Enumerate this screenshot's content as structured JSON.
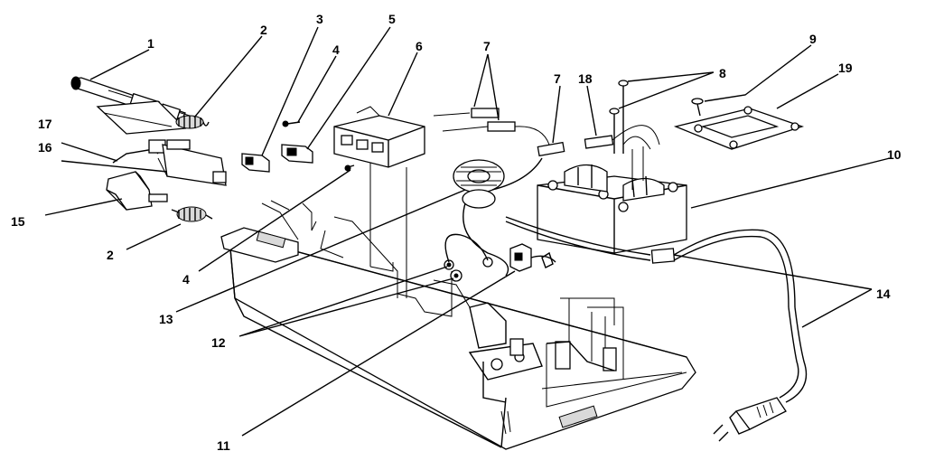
{
  "diagram": {
    "callouts": [
      {
        "id": "c1",
        "label": "1"
      },
      {
        "id": "c2a",
        "label": "2"
      },
      {
        "id": "c3",
        "label": "3"
      },
      {
        "id": "c4a",
        "label": "4"
      },
      {
        "id": "c5",
        "label": "5"
      },
      {
        "id": "c6",
        "label": "6"
      },
      {
        "id": "c7a",
        "label": "7"
      },
      {
        "id": "c7b",
        "label": "7"
      },
      {
        "id": "c18",
        "label": "18"
      },
      {
        "id": "c8",
        "label": "8"
      },
      {
        "id": "c9",
        "label": "9"
      },
      {
        "id": "c19",
        "label": "19"
      },
      {
        "id": "c10",
        "label": "10"
      },
      {
        "id": "c17",
        "label": "17"
      },
      {
        "id": "c16",
        "label": "16"
      },
      {
        "id": "c15",
        "label": "15"
      },
      {
        "id": "c2b",
        "label": "2"
      },
      {
        "id": "c4b",
        "label": "4"
      },
      {
        "id": "c13",
        "label": "13"
      },
      {
        "id": "c12",
        "label": "12"
      },
      {
        "id": "c11",
        "label": "11"
      },
      {
        "id": "c14",
        "label": "14"
      }
    ]
  }
}
